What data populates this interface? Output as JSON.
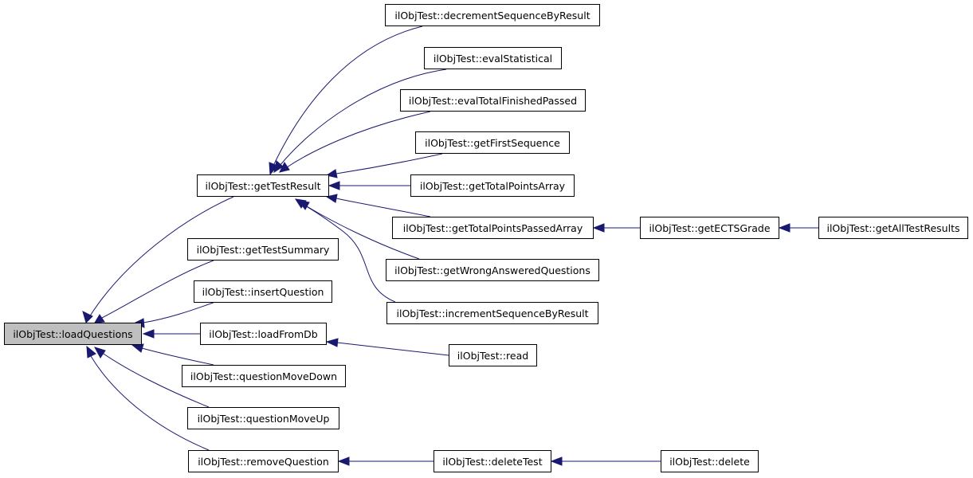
{
  "graph": {
    "focus_node": "ilObjTest::loadQuestions",
    "edge_color": "#191970",
    "focus_fill": "#bfbfbf",
    "nodes": [
      "ilObjTest::loadQuestions",
      "ilObjTest::getTestResult",
      "ilObjTest::getTestSummary",
      "ilObjTest::insertQuestion",
      "ilObjTest::loadFromDb",
      "ilObjTest::questionMoveDown",
      "ilObjTest::questionMoveUp",
      "ilObjTest::removeQuestion",
      "ilObjTest::decrementSequenceByResult",
      "ilObjTest::evalStatistical",
      "ilObjTest::evalTotalFinishedPassed",
      "ilObjTest::getFirstSequence",
      "ilObjTest::getTotalPointsArray",
      "ilObjTest::getTotalPointsPassedArray",
      "ilObjTest::getWrongAnsweredQuestions",
      "ilObjTest::incrementSequenceByResult",
      "ilObjTest::read",
      "ilObjTest::deleteTest",
      "ilObjTest::getECTSGrade",
      "ilObjTest::delete",
      "ilObjTest::getAllTestResults"
    ],
    "edges": [
      {
        "from": "ilObjTest::getTestResult",
        "to": "ilObjTest::loadQuestions"
      },
      {
        "from": "ilObjTest::getTestSummary",
        "to": "ilObjTest::loadQuestions"
      },
      {
        "from": "ilObjTest::insertQuestion",
        "to": "ilObjTest::loadQuestions"
      },
      {
        "from": "ilObjTest::loadFromDb",
        "to": "ilObjTest::loadQuestions"
      },
      {
        "from": "ilObjTest::questionMoveDown",
        "to": "ilObjTest::loadQuestions"
      },
      {
        "from": "ilObjTest::questionMoveUp",
        "to": "ilObjTest::loadQuestions"
      },
      {
        "from": "ilObjTest::removeQuestion",
        "to": "ilObjTest::loadQuestions"
      },
      {
        "from": "ilObjTest::decrementSequenceByResult",
        "to": "ilObjTest::getTestResult"
      },
      {
        "from": "ilObjTest::evalStatistical",
        "to": "ilObjTest::getTestResult"
      },
      {
        "from": "ilObjTest::evalTotalFinishedPassed",
        "to": "ilObjTest::getTestResult"
      },
      {
        "from": "ilObjTest::getFirstSequence",
        "to": "ilObjTest::getTestResult"
      },
      {
        "from": "ilObjTest::getTotalPointsArray",
        "to": "ilObjTest::getTestResult"
      },
      {
        "from": "ilObjTest::getTotalPointsPassedArray",
        "to": "ilObjTest::getTestResult"
      },
      {
        "from": "ilObjTest::getWrongAnsweredQuestions",
        "to": "ilObjTest::getTestResult"
      },
      {
        "from": "ilObjTest::incrementSequenceByResult",
        "to": "ilObjTest::getTestResult"
      },
      {
        "from": "ilObjTest::read",
        "to": "ilObjTest::loadFromDb"
      },
      {
        "from": "ilObjTest::deleteTest",
        "to": "ilObjTest::removeQuestion"
      },
      {
        "from": "ilObjTest::getECTSGrade",
        "to": "ilObjTest::getTotalPointsPassedArray"
      },
      {
        "from": "ilObjTest::delete",
        "to": "ilObjTest::deleteTest"
      },
      {
        "from": "ilObjTest::getAllTestResults",
        "to": "ilObjTest::getECTSGrade"
      }
    ]
  }
}
